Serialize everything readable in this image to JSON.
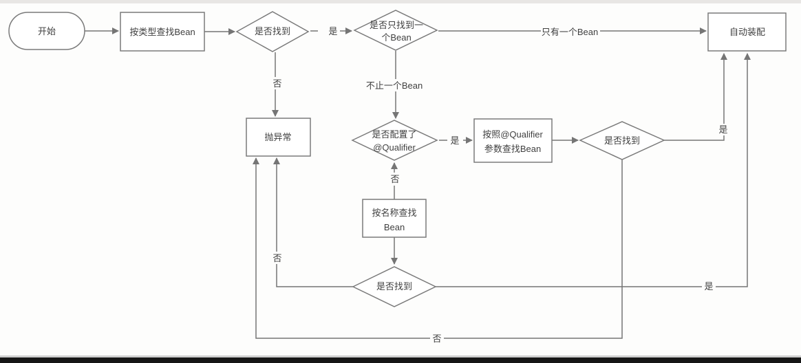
{
  "flowchart": {
    "nodes": {
      "start": {
        "label": "开始"
      },
      "find_by_type": {
        "label": "按类型查找Bean"
      },
      "found_by_type": {
        "label": "是否找到"
      },
      "only_one_bean": {
        "label_line1": "是否只找到一",
        "label_line2": "个Bean"
      },
      "autowire": {
        "label": "自动装配"
      },
      "throw_exception": {
        "label": "抛异常"
      },
      "has_qualifier": {
        "label_line1": "是否配置了",
        "label_line2": "@Qualifier"
      },
      "find_by_qualifier": {
        "label_line1": "按照@Qualifier",
        "label_line2": "参数查找Bean"
      },
      "found_by_qualifier": {
        "label": "是否找到"
      },
      "find_by_name": {
        "label_line1": "按名称查找",
        "label_line2": "Bean"
      },
      "found_by_name": {
        "label": "是否找到"
      }
    },
    "edges": {
      "type_found_yes": "是",
      "type_found_no": "否",
      "only_one_bean": "只有一个Bean",
      "more_than_one_bean": "不止一个Bean",
      "qualifier_configured_yes": "是",
      "qualifier_configured_no": "否",
      "qualifier_found_yes": "是",
      "qualifier_found_no": "否",
      "name_found_yes": "是",
      "name_found_no": "否"
    },
    "colors": {
      "line": "#757575",
      "shape_border": "#7a7a7a",
      "shape_fill": "#ffffff",
      "text": "#3f3f3f",
      "background": "#fdfdfc",
      "bottom_bar": "#161616"
    }
  }
}
